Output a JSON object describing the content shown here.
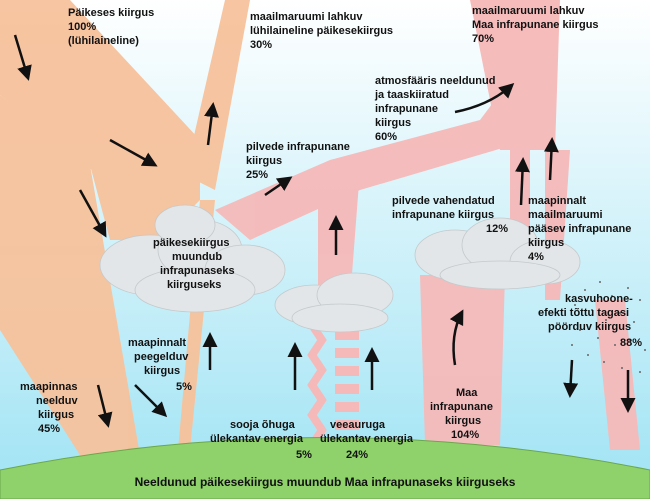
{
  "colors": {
    "sky_top": "#ffffff",
    "sky_bottom": "#9fe3f4",
    "ground": "#8fd16a",
    "solar_band": "#f7c29c",
    "infrared_band": "#f6b9b9",
    "cloud": "#e2e6e8",
    "arrow": "#111111"
  },
  "labels": {
    "sun_in": [
      "Päikeses kiirgus",
      "100%",
      "(lühilaineline)"
    ],
    "shortwave_out": [
      "maailmaruumi lahkuv",
      "lühilaineline päikesekiirgus",
      "30%"
    ],
    "earth_ir_out": [
      "maailmaruumi lahkuv",
      "Maa infrapunane kiirgus",
      "70%"
    ],
    "atmos_reradiated": [
      "atmosfääris neeldunud",
      "ja taaskiiratud",
      "infrapunane",
      "kiirgus",
      "60%"
    ],
    "cloud_ir": [
      "pilvede infrapunane",
      "kiirgus",
      "25%"
    ],
    "cloud_converts": [
      "päikesekiirgus",
      "muundub",
      "infrapunaseks",
      "kiirguseks"
    ],
    "cloud_emitted_ir": [
      "pilvede vahendatud",
      "infrapunane kiirgus",
      "12%"
    ],
    "surface_escape": [
      "maapinnalt",
      "maailmaruumi",
      "pääsev infrapunane",
      "kiirgus",
      "4%"
    ],
    "greenhouse_back": [
      "kasvuhoone-",
      "efekti tõttu tagasi",
      "pöörduv kiirgus",
      "88%"
    ],
    "surface_reflected": [
      "maapinnalt",
      "peegelduv",
      "kiirgus",
      "5%"
    ],
    "surface_absorbed": [
      "maapinnas",
      "neelduv",
      "kiirgus",
      "45%"
    ],
    "latent_heat": [
      "sooja õhuga",
      "ülekantav energia",
      "5%"
    ],
    "water_vapor": [
      "veeauruga",
      "ülekantav energia",
      "24%"
    ],
    "earth_ir_emitted": [
      "Maa",
      "infrapunane",
      "kiirgus",
      "104%"
    ],
    "ground_caption": "Neeldunud päikesekiirgus muundub Maa infrapunaseks kiirguseks"
  }
}
